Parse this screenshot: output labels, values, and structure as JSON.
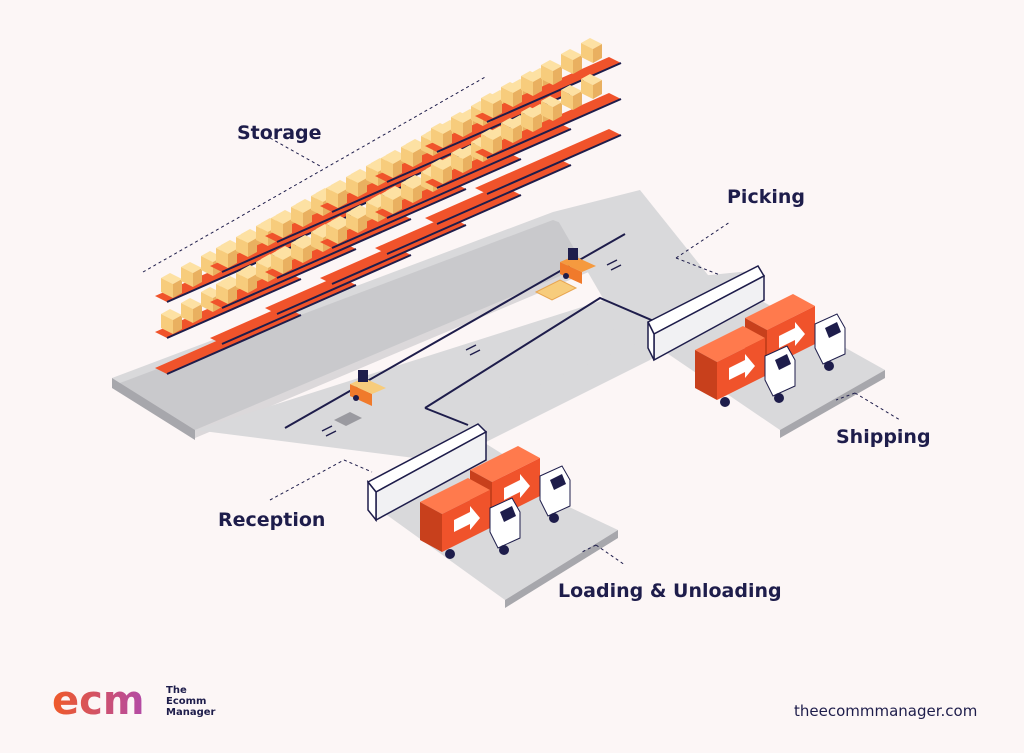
{
  "zones": {
    "storage": "Storage",
    "picking": "Picking",
    "shipping": "Shipping",
    "reception": "Reception",
    "loading_unloading": "Loading & Unloading"
  },
  "brand": {
    "logo_text": "ecm",
    "name_line1": "The",
    "name_line2": "Ecomm",
    "name_line3": "Manager",
    "logo_color_start": "#f05a28",
    "logo_color_end": "#b24aa8"
  },
  "site_url": "theecommmanager.com",
  "colors": {
    "background": "#fcf6f6",
    "floor": "#d9d9db",
    "rack": "#f0532b",
    "box": "#f7cc7c",
    "truck": "#f0532b",
    "text": "#1e1d4b",
    "lane": "#1e1d4b"
  }
}
